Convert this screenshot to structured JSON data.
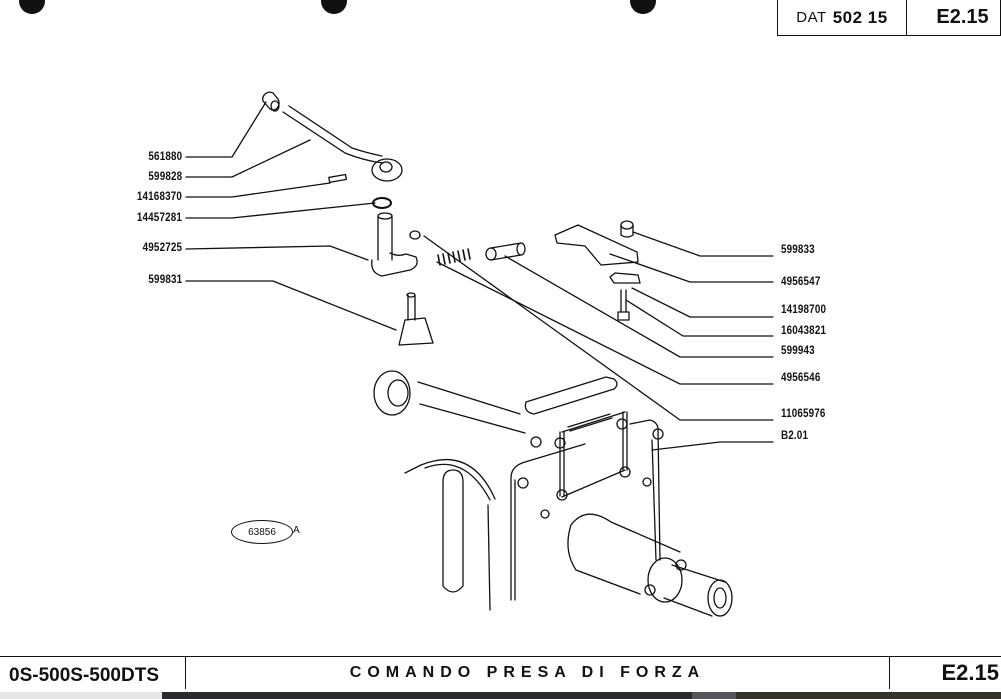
{
  "header": {
    "dat_prefix": "DAT",
    "dat_number": "502 15",
    "page_code": "E2.15"
  },
  "parts_left": [
    {
      "number": "561880"
    },
    {
      "number": "599828"
    },
    {
      "number": "14168370"
    },
    {
      "number": "14457281"
    },
    {
      "number": "4952725"
    },
    {
      "number": "599831"
    }
  ],
  "parts_right": [
    {
      "number": "599833"
    },
    {
      "number": "4956547"
    },
    {
      "number": "14198700"
    },
    {
      "number": "16043821"
    },
    {
      "number": "599943"
    },
    {
      "number": "4956546"
    },
    {
      "number": "11065976"
    },
    {
      "number": "B2.01"
    }
  ],
  "figure": {
    "id": "63856",
    "suffix": "A"
  },
  "footer": {
    "models": "0S-500S-500DTS",
    "title": "COMANDO PRESA DI FORZA",
    "page_code": "E2.15"
  }
}
